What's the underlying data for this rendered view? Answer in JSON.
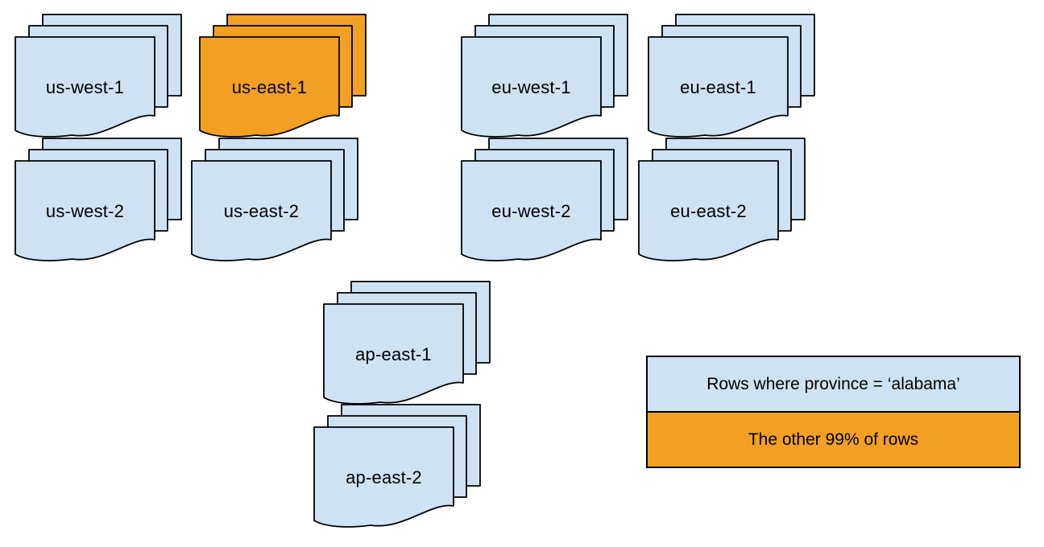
{
  "diagram": {
    "description": "Document stacks per cloud region, with us-east-1 highlighted",
    "regions": [
      {
        "label": "us-west-1",
        "highlighted": false
      },
      {
        "label": "us-east-1",
        "highlighted": true
      },
      {
        "label": "eu-west-1",
        "highlighted": false
      },
      {
        "label": "eu-east-1",
        "highlighted": false
      },
      {
        "label": "us-west-2",
        "highlighted": false
      },
      {
        "label": "us-east-2",
        "highlighted": false
      },
      {
        "label": "eu-west-2",
        "highlighted": false
      },
      {
        "label": "eu-east-2",
        "highlighted": false
      },
      {
        "label": "ap-east-1",
        "highlighted": false
      },
      {
        "label": "ap-east-2",
        "highlighted": false
      }
    ],
    "legend": {
      "items": [
        {
          "label": "Rows where province = ‘alabama’",
          "color": "#CFE2F3"
        },
        {
          "label": "The other 99% of rows",
          "color": "#F1A024"
        }
      ]
    },
    "colors": {
      "normal_fill": "#CFE2F3",
      "highlight_fill": "#F1A024",
      "stroke": "#000000",
      "text": "#000000",
      "background": "#FFFFFF"
    }
  }
}
